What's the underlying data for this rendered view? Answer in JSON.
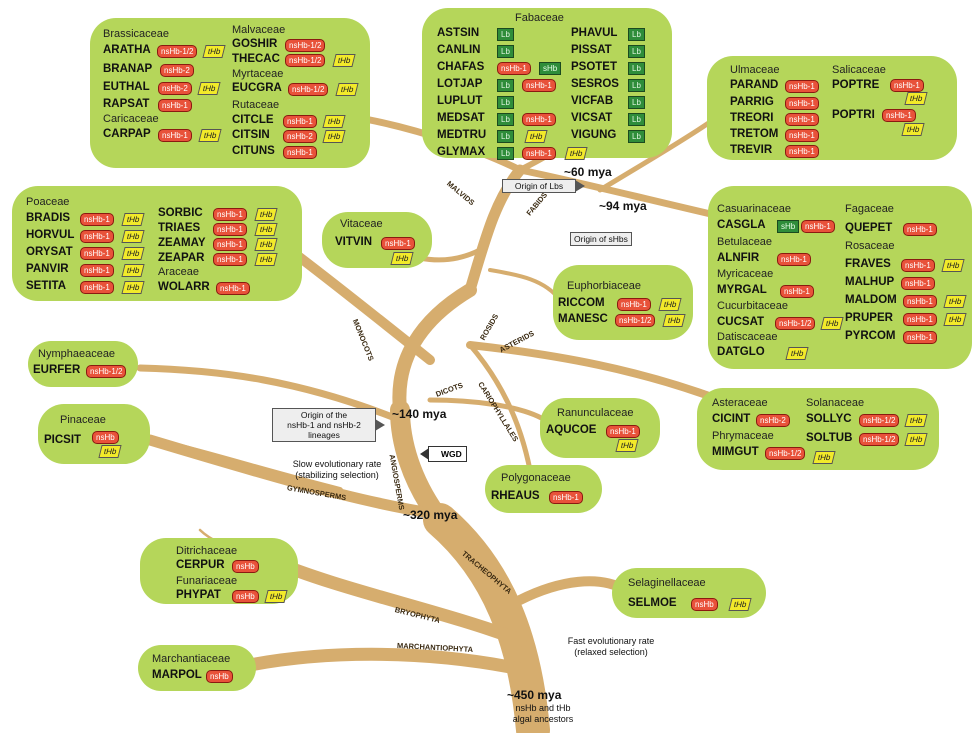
{
  "colors": {
    "branch": "#d6ad6e",
    "box": "#b5d65a",
    "nshb": "#e8523a",
    "thb": "#f2ea2a",
    "lb": "#2f8d3a"
  },
  "nodes": {
    "mya60": "~60 mya",
    "mya94": "~94 mya",
    "mya140": "~140 mya",
    "mya320": "~320 mya",
    "mya450": "~450 mya"
  },
  "clades": {
    "malvids": "MALVIDS",
    "fabids": "FABIDS",
    "rosids": "ROSIDS",
    "asterids": "ASTERIDS",
    "caryophyllales": "CARIOPHYLLALES",
    "dicots": "DICOTS",
    "monocots": "MONOCOTS",
    "angiosperms": "ANGIOSPERMS",
    "gymnosperms": "GYMNOSPERMS",
    "tracheophyta": "TRACHEOPHYTA",
    "bryophyta": "BRYOPHYTA",
    "marchantiophyta": "MARCHANTIOPHYTA"
  },
  "annotations": {
    "origin_lbs": "Origin of Lbs",
    "origin_shbs": "Origin of sHbs",
    "origin_nshb": [
      "Origin of the",
      "nsHb-1 and nsHb-2",
      "lineages"
    ],
    "wgd": "WGD",
    "slow_rate": [
      "Slow evolutionary rate",
      "(stabilizing selection)"
    ],
    "fast_rate": [
      "Fast evolutionary rate",
      "(relaxed selection)"
    ],
    "ancestors": [
      "nsHb and tHb",
      "algal ancestors"
    ]
  },
  "groups": {
    "malvids": {
      "families": [
        "Brassicaceae",
        "Caricaceae",
        "Malvaceae",
        "Myrtaceae",
        "Rutaceae"
      ],
      "species": [
        {
          "code": "ARATHA",
          "tags": [
            "nsHb-1/2",
            "tHb"
          ]
        },
        {
          "code": "BRANAP",
          "tags": [
            "nsHb-2"
          ]
        },
        {
          "code": "EUTHAL",
          "tags": [
            "nsHb-2",
            "tHb"
          ]
        },
        {
          "code": "RAPSAT",
          "tags": [
            "nsHb-1"
          ]
        },
        {
          "code": "CARPAP",
          "tags": [
            "nsHb-1",
            "tHb"
          ]
        },
        {
          "code": "GOSHIR",
          "tags": [
            "nsHb-1/2"
          ]
        },
        {
          "code": "THECAC",
          "tags": [
            "nsHb-1/2",
            "tHb"
          ]
        },
        {
          "code": "EUCGRA",
          "tags": [
            "nsHb-1/2",
            "tHb"
          ]
        },
        {
          "code": "CITCLE",
          "tags": [
            "nsHb-1",
            "tHb"
          ]
        },
        {
          "code": "CITSIN",
          "tags": [
            "nsHb-2",
            "tHb"
          ]
        },
        {
          "code": "CITUNS",
          "tags": [
            "nsHb-1"
          ]
        }
      ]
    },
    "fabaceae": {
      "family": "Fabaceae",
      "species": [
        {
          "code": "ASTSIN",
          "tags": [
            "Lb"
          ]
        },
        {
          "code": "CANLIN",
          "tags": [
            "Lb"
          ]
        },
        {
          "code": "CHAFAS",
          "tags": [
            "nsHb-1",
            "sHb"
          ]
        },
        {
          "code": "LOTJAP",
          "tags": [
            "Lb",
            "nsHb-1"
          ]
        },
        {
          "code": "LUPLUT",
          "tags": [
            "Lb"
          ]
        },
        {
          "code": "MEDSAT",
          "tags": [
            "Lb",
            "nsHb-1"
          ]
        },
        {
          "code": "MEDTRU",
          "tags": [
            "Lb",
            "tHb"
          ]
        },
        {
          "code": "GLYMAX",
          "tags": [
            "Lb",
            "nsHb-1",
            "tHb"
          ]
        },
        {
          "code": "PHAVUL",
          "tags": [
            "Lb"
          ]
        },
        {
          "code": "PISSAT",
          "tags": [
            "Lb"
          ]
        },
        {
          "code": "PSOTET",
          "tags": [
            "Lb"
          ]
        },
        {
          "code": "SESROS",
          "tags": [
            "Lb"
          ]
        },
        {
          "code": "VICFAB",
          "tags": [
            "Lb"
          ]
        },
        {
          "code": "VICSAT",
          "tags": [
            "Lb"
          ]
        },
        {
          "code": "VIGUNG",
          "tags": [
            "Lb"
          ]
        }
      ]
    },
    "ulmaceae": {
      "families": [
        "Ulmaceae",
        "Salicaceae"
      ],
      "species": [
        {
          "code": "PARAND",
          "tags": [
            "nsHb-1"
          ]
        },
        {
          "code": "PARRIG",
          "tags": [
            "nsHb-1"
          ]
        },
        {
          "code": "TREORI",
          "tags": [
            "nsHb-1"
          ]
        },
        {
          "code": "TRETOM",
          "tags": [
            "nsHb-1"
          ]
        },
        {
          "code": "TREVIR",
          "tags": [
            "nsHb-1"
          ]
        },
        {
          "code": "POPTRE",
          "tags": [
            "nsHb-1",
            "tHb"
          ]
        },
        {
          "code": "POPTRI",
          "tags": [
            "nsHb-1",
            "tHb"
          ]
        }
      ]
    },
    "poaceae": {
      "families": [
        "Poaceae",
        "Araceae"
      ],
      "species": [
        {
          "code": "BRADIS",
          "tags": [
            "nsHb-1",
            "tHb"
          ]
        },
        {
          "code": "HORVUL",
          "tags": [
            "nsHb-1",
            "tHb"
          ]
        },
        {
          "code": "ORYSAT",
          "tags": [
            "nsHb-1",
            "tHb"
          ]
        },
        {
          "code": "PANVIR",
          "tags": [
            "nsHb-1",
            "tHb"
          ]
        },
        {
          "code": "SETITA",
          "tags": [
            "nsHb-1",
            "tHb"
          ]
        },
        {
          "code": "SORBIC",
          "tags": [
            "nsHb-1",
            "tHb"
          ]
        },
        {
          "code": "TRIAES",
          "tags": [
            "nsHb-1",
            "tHb"
          ]
        },
        {
          "code": "ZEAMAY",
          "tags": [
            "nsHb-1",
            "tHb"
          ]
        },
        {
          "code": "ZEAPAR",
          "tags": [
            "nsHb-1",
            "tHb"
          ]
        },
        {
          "code": "WOLARR",
          "tags": [
            "nsHb-1"
          ]
        }
      ]
    },
    "vitaceae": {
      "family": "Vitaceae",
      "species": [
        {
          "code": "VITVIN",
          "tags": [
            "nsHb-1",
            "tHb"
          ]
        }
      ]
    },
    "euphorbiaceae": {
      "family": "Euphorbiaceae",
      "species": [
        {
          "code": "RICCOM",
          "tags": [
            "nsHb-1",
            "tHb"
          ]
        },
        {
          "code": "MANESC",
          "tags": [
            "nsHb-1/2",
            "tHb"
          ]
        }
      ]
    },
    "fabids": {
      "families": [
        "Casuarinaceae",
        "Betulaceae",
        "Myricaceae",
        "Cucurbitaceae",
        "Datiscaceae",
        "Fagaceae",
        "Rosaceae"
      ],
      "species": [
        {
          "code": "CASGLA",
          "tags": [
            "sHb",
            "nsHb-1"
          ]
        },
        {
          "code": "ALNFIR",
          "tags": [
            "nsHb-1"
          ]
        },
        {
          "code": "MYRGAL",
          "tags": [
            "nsHb-1"
          ]
        },
        {
          "code": "CUCSAT",
          "tags": [
            "nsHb-1/2",
            "tHb"
          ]
        },
        {
          "code": "DATGLO",
          "tags": [
            "tHb"
          ]
        },
        {
          "code": "QUEPET",
          "tags": [
            "nsHb-1"
          ]
        },
        {
          "code": "FRAVES",
          "tags": [
            "nsHb-1",
            "tHb"
          ]
        },
        {
          "code": "MALHUP",
          "tags": [
            "nsHb-1"
          ]
        },
        {
          "code": "MALDOM",
          "tags": [
            "nsHb-1",
            "tHb"
          ]
        },
        {
          "code": "PRUPER",
          "tags": [
            "nsHb-1",
            "tHb"
          ]
        },
        {
          "code": "PYRCOM",
          "tags": [
            "nsHb-1"
          ]
        }
      ]
    },
    "nymphaeaceae": {
      "family": "Nymphaeaceae",
      "species": [
        {
          "code": "EURFER",
          "tags": [
            "nsHb-1/2"
          ]
        }
      ]
    },
    "ranunculaceae": {
      "family": "Ranunculaceae",
      "species": [
        {
          "code": "AQUCOE",
          "tags": [
            "nsHb-1",
            "tHb"
          ]
        }
      ]
    },
    "asterids": {
      "families": [
        "Asteraceae",
        "Phrymaceae",
        "Solanaceae"
      ],
      "species": [
        {
          "code": "CICINT",
          "tags": [
            "nsHb-2"
          ]
        },
        {
          "code": "MIMGUT",
          "tags": [
            "nsHb-1/2",
            "tHb"
          ]
        },
        {
          "code": "SOLLYC",
          "tags": [
            "nsHb-1/2",
            "tHb"
          ]
        },
        {
          "code": "SOLTUB",
          "tags": [
            "nsHb-1/2",
            "tHb"
          ]
        }
      ]
    },
    "pinaceae": {
      "family": "Pinaceae",
      "species": [
        {
          "code": "PICSIT",
          "tags": [
            "nsHb",
            "tHb"
          ]
        }
      ]
    },
    "polygonaceae": {
      "family": "Polygonaceae",
      "species": [
        {
          "code": "RHEAUS",
          "tags": [
            "nsHb-1"
          ]
        }
      ]
    },
    "mosses": {
      "families": [
        "Ditrichaceae",
        "Funariaceae"
      ],
      "species": [
        {
          "code": "CERPUR",
          "tags": [
            "nsHb"
          ]
        },
        {
          "code": "PHYPAT",
          "tags": [
            "nsHb",
            "tHb"
          ]
        }
      ]
    },
    "selaginellaceae": {
      "family": "Selaginellaceae",
      "species": [
        {
          "code": "SELMOE",
          "tags": [
            "nsHb",
            "tHb"
          ]
        }
      ]
    },
    "marchantiaceae": {
      "family": "Marchantiaceae",
      "species": [
        {
          "code": "MARPOL",
          "tags": [
            "nsHb"
          ]
        }
      ]
    }
  }
}
